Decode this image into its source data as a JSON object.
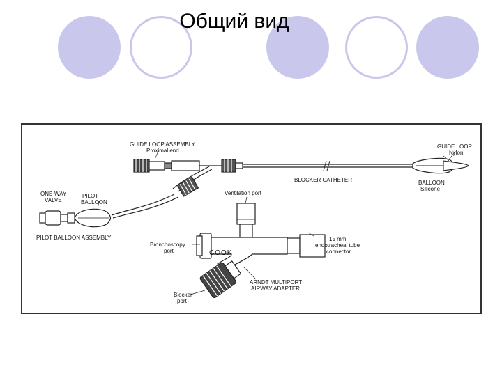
{
  "slide": {
    "title": "Общий вид",
    "accent_color": "#c9c8ec"
  },
  "diagram": {
    "labels": {
      "guide_loop_assembly": "GUIDE LOOP ASSEMBLY",
      "proximal_end": "Proximal end",
      "guide_loop": "GUIDE LOOP",
      "nylon": "Nylon",
      "blocker_catheter": "BLOCKER CATHETER",
      "balloon": "BALLOON",
      "silicone": "Silicone",
      "one_way_valve_1": "ONE-WAY",
      "one_way_valve_2": "VALVE",
      "pilot_balloon_1": "PILOT",
      "pilot_balloon_2": "BALLOON",
      "pilot_balloon_assembly": "PILOT BALLOON ASSEMBLY",
      "ventilation_port": "Ventilation port",
      "bronchoscopy_port_1": "Bronchoscopy",
      "bronchoscopy_port_2": "port",
      "connector_1": "15 mm",
      "connector_2": "endotracheal tube",
      "connector_3": "connector",
      "arndt_1": "ARNDT MULTIPORT",
      "arndt_2": "AIRWAY ADAPTER",
      "blocker_port_1": "Blocker",
      "blocker_port_2": "port",
      "brand": "COOK"
    }
  }
}
